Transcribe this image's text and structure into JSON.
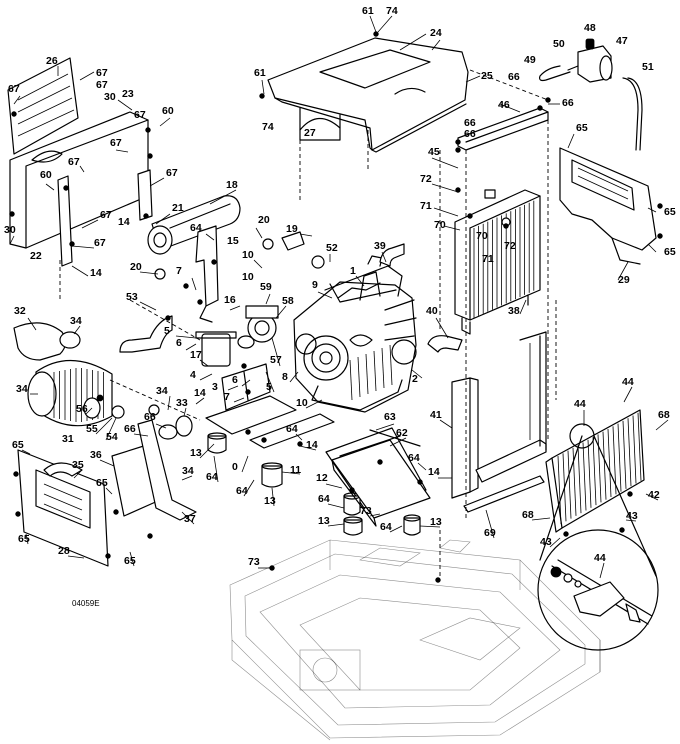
{
  "figure_code": "04059E",
  "callouts": [
    {
      "id": "c1",
      "label": "61"
    },
    {
      "id": "c2",
      "label": "74"
    },
    {
      "id": "c3",
      "label": "24"
    },
    {
      "id": "c4",
      "label": "25"
    },
    {
      "id": "c5",
      "label": "61"
    },
    {
      "id": "c6",
      "label": "74"
    },
    {
      "id": "c7",
      "label": "27"
    },
    {
      "id": "c8",
      "label": "48"
    },
    {
      "id": "c9",
      "label": "50"
    },
    {
      "id": "c10",
      "label": "47"
    },
    {
      "id": "c11",
      "label": "49"
    },
    {
      "id": "c12",
      "label": "51"
    },
    {
      "id": "c13",
      "label": "66"
    },
    {
      "id": "c14",
      "label": "66"
    },
    {
      "id": "c15",
      "label": "46"
    },
    {
      "id": "c16",
      "label": "66"
    },
    {
      "id": "c17",
      "label": "66"
    },
    {
      "id": "c18",
      "label": "45"
    },
    {
      "id": "c19",
      "label": "65"
    },
    {
      "id": "c20",
      "label": "72"
    },
    {
      "id": "c21",
      "label": "71"
    },
    {
      "id": "c22",
      "label": "70"
    },
    {
      "id": "c23",
      "label": "70"
    },
    {
      "id": "c24",
      "label": "72"
    },
    {
      "id": "c25",
      "label": "71"
    },
    {
      "id": "c26",
      "label": "65"
    },
    {
      "id": "c27",
      "label": "65"
    },
    {
      "id": "c28",
      "label": "29"
    },
    {
      "id": "c29",
      "label": "26"
    },
    {
      "id": "c30",
      "label": "67"
    },
    {
      "id": "c31",
      "label": "67"
    },
    {
      "id": "c32",
      "label": "67"
    },
    {
      "id": "c33",
      "label": "30"
    },
    {
      "id": "c34",
      "label": "23"
    },
    {
      "id": "c35",
      "label": "67"
    },
    {
      "id": "c36",
      "label": "60"
    },
    {
      "id": "c37",
      "label": "67"
    },
    {
      "id": "c38",
      "label": "67"
    },
    {
      "id": "c39",
      "label": "67"
    },
    {
      "id": "c40",
      "label": "60"
    },
    {
      "id": "c41",
      "label": "67"
    },
    {
      "id": "c42",
      "label": "14"
    },
    {
      "id": "c43",
      "label": "30"
    },
    {
      "id": "c44",
      "label": "22"
    },
    {
      "id": "c45",
      "label": "67"
    },
    {
      "id": "c46",
      "label": "14"
    },
    {
      "id": "c47",
      "label": "18"
    },
    {
      "id": "c48",
      "label": "21"
    },
    {
      "id": "c49",
      "label": "64"
    },
    {
      "id": "c50",
      "label": "15"
    },
    {
      "id": "c51",
      "label": "20"
    },
    {
      "id": "c52",
      "label": "19"
    },
    {
      "id": "c53",
      "label": "10"
    },
    {
      "id": "c54",
      "label": "52"
    },
    {
      "id": "c55",
      "label": "39"
    },
    {
      "id": "c56",
      "label": "1"
    },
    {
      "id": "c57",
      "label": "9"
    },
    {
      "id": "c58",
      "label": "20"
    },
    {
      "id": "c59",
      "label": "7"
    },
    {
      "id": "c60",
      "label": "10"
    },
    {
      "id": "c61",
      "label": "53"
    },
    {
      "id": "c62",
      "label": "59"
    },
    {
      "id": "c63",
      "label": "58"
    },
    {
      "id": "c64",
      "label": "16"
    },
    {
      "id": "c65",
      "label": "5"
    },
    {
      "id": "c66",
      "label": "6"
    },
    {
      "id": "c67",
      "label": "17"
    },
    {
      "id": "c68",
      "label": "57"
    },
    {
      "id": "c69",
      "label": "5"
    },
    {
      "id": "c70",
      "label": "4"
    },
    {
      "id": "c71",
      "label": "3"
    },
    {
      "id": "c72",
      "label": "6"
    },
    {
      "id": "c73",
      "label": "7"
    },
    {
      "id": "c74",
      "label": "8"
    },
    {
      "id": "c75",
      "label": "10"
    },
    {
      "id": "c76",
      "label": "2"
    },
    {
      "id": "c77",
      "label": "40"
    },
    {
      "id": "c78",
      "label": "38"
    },
    {
      "id": "c79",
      "label": "32"
    },
    {
      "id": "c80",
      "label": "34"
    },
    {
      "id": "c81",
      "label": "34"
    },
    {
      "id": "c82",
      "label": "56"
    },
    {
      "id": "c83",
      "label": "55"
    },
    {
      "id": "c84",
      "label": "31"
    },
    {
      "id": "c85",
      "label": "54"
    },
    {
      "id": "c86",
      "label": "34"
    },
    {
      "id": "c87",
      "label": "33"
    },
    {
      "id": "c88",
      "label": "66"
    },
    {
      "id": "c89",
      "label": "66"
    },
    {
      "id": "c90",
      "label": "14"
    },
    {
      "id": "c91",
      "label": "13"
    },
    {
      "id": "c92",
      "label": "64"
    },
    {
      "id": "c93",
      "label": "0"
    },
    {
      "id": "c94",
      "label": "64"
    },
    {
      "id": "c95",
      "label": "11"
    },
    {
      "id": "c96",
      "label": "14"
    },
    {
      "id": "c97",
      "label": "64"
    },
    {
      "id": "c98",
      "label": "13"
    },
    {
      "id": "c99",
      "label": "34"
    },
    {
      "id": "c100",
      "label": "37"
    },
    {
      "id": "c101",
      "label": "36"
    },
    {
      "id": "c102",
      "label": "65"
    },
    {
      "id": "c103",
      "label": "35"
    },
    {
      "id": "c104",
      "label": "65"
    },
    {
      "id": "c105",
      "label": "65"
    },
    {
      "id": "c106",
      "label": "28"
    },
    {
      "id": "c107",
      "label": "65"
    },
    {
      "id": "c108",
      "label": "63"
    },
    {
      "id": "c109",
      "label": "41"
    },
    {
      "id": "c110",
      "label": "62"
    },
    {
      "id": "c111",
      "label": "64"
    },
    {
      "id": "c112",
      "label": "12"
    },
    {
      "id": "c113",
      "label": "14"
    },
    {
      "id": "c114",
      "label": "64"
    },
    {
      "id": "c115",
      "label": "73"
    },
    {
      "id": "c116",
      "label": "13"
    },
    {
      "id": "c117",
      "label": "64"
    },
    {
      "id": "c118",
      "label": "13"
    },
    {
      "id": "c119",
      "label": "69"
    },
    {
      "id": "c120",
      "label": "73"
    },
    {
      "id": "c121",
      "label": "44"
    },
    {
      "id": "c122",
      "label": "44"
    },
    {
      "id": "c123",
      "label": "68"
    },
    {
      "id": "c124",
      "label": "42"
    },
    {
      "id": "c125",
      "label": "68"
    },
    {
      "id": "c126",
      "label": "43"
    },
    {
      "id": "c127",
      "label": "43"
    },
    {
      "id": "c128",
      "label": "44"
    }
  ]
}
